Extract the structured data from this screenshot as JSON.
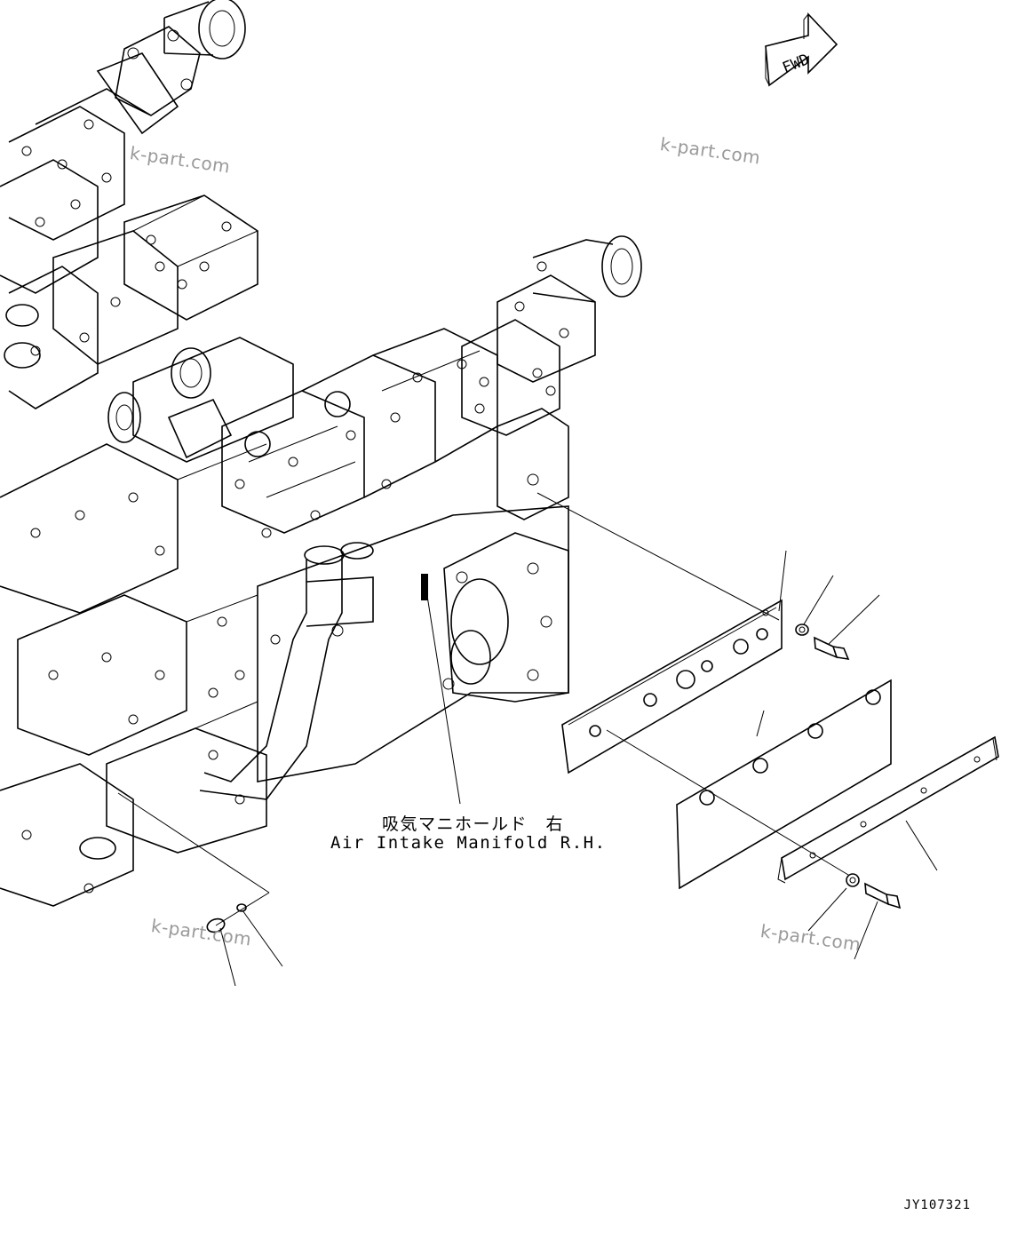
{
  "direction_marker": {
    "label": "FWD"
  },
  "watermarks": [
    "k-part.com",
    "k-part.com",
    "k-part.com",
    "k-part.com"
  ],
  "callout": {
    "label_jp": "吸気マニホールド　右",
    "label_en": "Air Intake Manifold R.H."
  },
  "document_id": "JY107321",
  "icons": {
    "direction": "fwd-arrow-icon"
  }
}
